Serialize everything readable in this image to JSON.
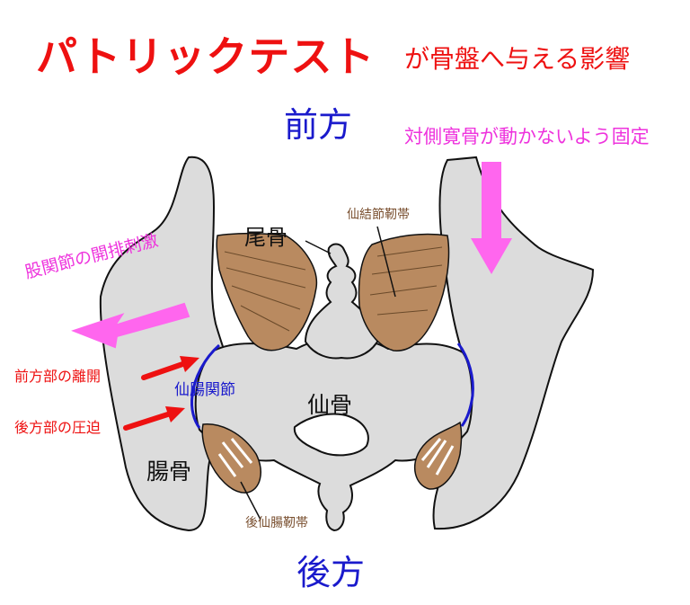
{
  "title": {
    "main": "パトリックテスト",
    "sub": "が骨盤へ与える影響"
  },
  "directions": {
    "front": "前方",
    "back": "後方"
  },
  "notes": {
    "fixation": "対側寛骨が動かないよう固定",
    "hip_stimulus": "股関節の開排刺激",
    "anterior_opening": "前方部の離開",
    "posterior_compression": "後方部の圧迫"
  },
  "labels": {
    "coccyx": "尾骨",
    "sacrum": "仙骨",
    "ilium": "腸骨",
    "si_joint": "仙腸関節",
    "sacrotuberous_ligament": "仙結節靭帯",
    "posterior_sacroiliac_ligament": "後仙腸靭帯"
  },
  "colors": {
    "title_red": "#ee1111",
    "direction_blue": "#1a1acc",
    "magenta": "#ee33dd",
    "bone_fill": "#dcdcdc",
    "ligament_fill": "#b98a60",
    "joint_line": "#1a1acc"
  },
  "icons": [
    "arrow-left-magenta-icon",
    "arrow-down-magenta-icon",
    "arrow-red-icon"
  ]
}
